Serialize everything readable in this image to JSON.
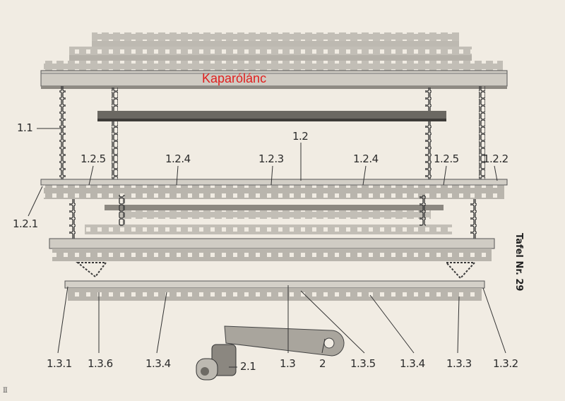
{
  "title": "Kaparólánc",
  "plate": "Tafel Nr. 29",
  "corner_mark": "Ⅱ",
  "labels": {
    "l_1_1": "1.1",
    "l_1_2": "1.2",
    "l_1_2_5a": "1.2.5",
    "l_1_2_4a": "1.2.4",
    "l_1_2_3": "1.2.3",
    "l_1_2_4b": "1.2.4",
    "l_1_2_5b": "1.2.5",
    "l_1_2_2": "1.2.2",
    "l_1_2_1": "1.2.1",
    "l_1_3_1": "1.3.1",
    "l_1_3_6": "1.3.6",
    "l_1_3_4a": "1.3.4",
    "l_2_1": "2.1",
    "l_1_3": "1.3",
    "l_2": "2",
    "l_1_3_5": "1.3.5",
    "l_1_3_4b": "1.3.4",
    "l_1_3_3": "1.3.3",
    "l_1_3_2": "1.3.2"
  }
}
